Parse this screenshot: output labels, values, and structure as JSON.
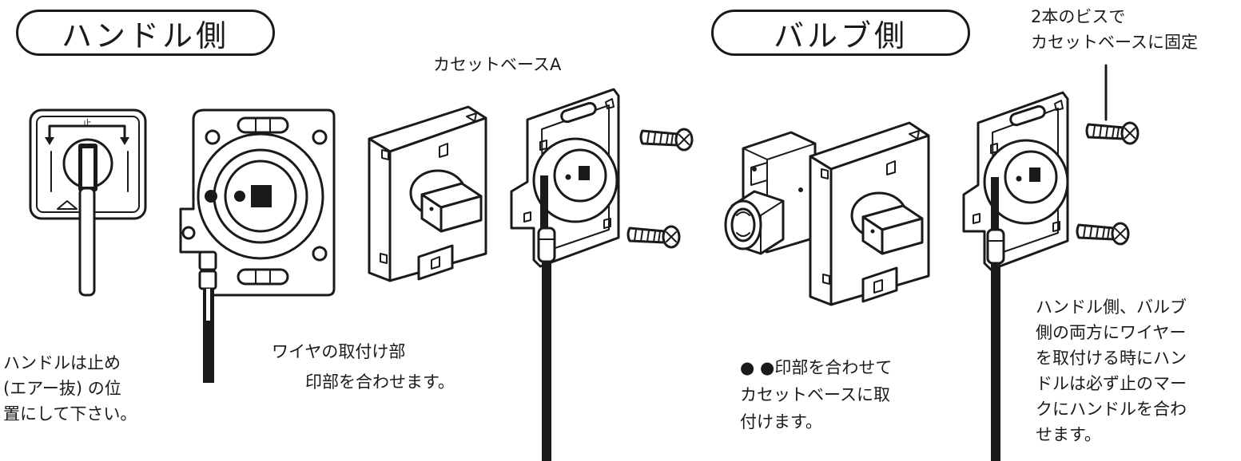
{
  "headings": {
    "handle_side": "ハンドル側",
    "valve_side": "バルブ側"
  },
  "labels": {
    "cassette_base_a": "カセットベースA",
    "screw_note": [
      "2本のビスで",
      "カセットベースに固定"
    ]
  },
  "captions": {
    "handle_stop": [
      "ハンドルは止め",
      "(エアー抜) の位",
      "置にして下さい。"
    ],
    "wire_mount": [
      "ワイヤの取付け部",
      "　　印部を合わせます。"
    ],
    "mark_align": [
      "● ●印部を合わせて",
      "カセットベースに取",
      "付けます。"
    ],
    "both_sides": [
      "ハンドル側、バルブ",
      "側の両方にワイヤー",
      "を取付ける時にハン",
      "ドルは必ず止のマー",
      "クにハンドルを合わ",
      "せます。"
    ]
  },
  "handle_panel_marks": {
    "stop": "止"
  }
}
